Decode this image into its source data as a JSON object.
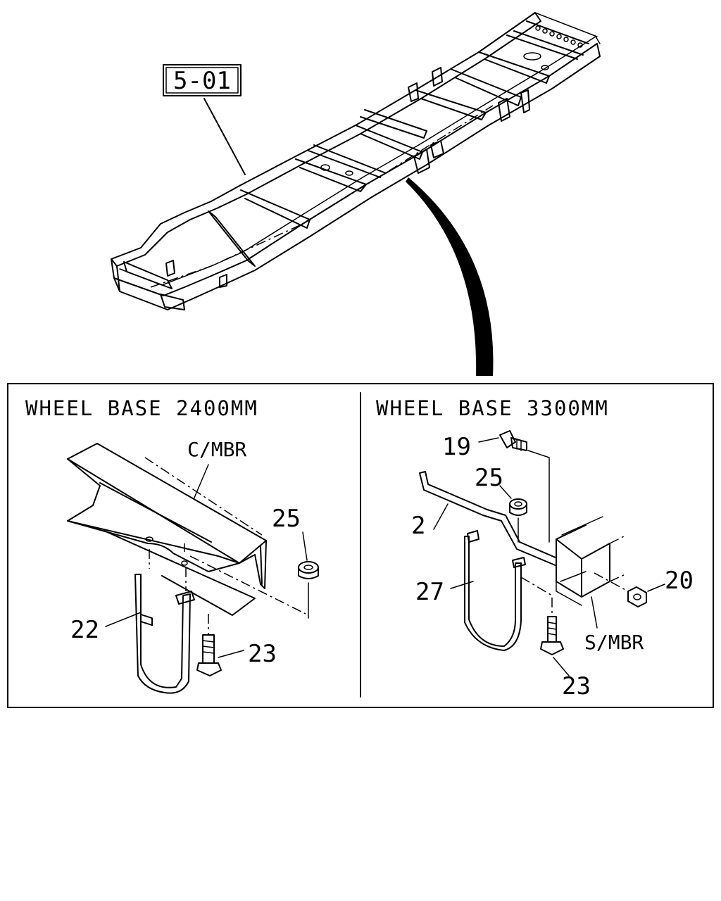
{
  "callout": {
    "ref": "5-01"
  },
  "panels": {
    "left": {
      "heading": "WHEEL BASE 2400MM",
      "member_label": "C/MBR"
    },
    "right": {
      "heading": "WHEEL BASE 3300MM",
      "member_label": "S/MBR"
    }
  },
  "parts": {
    "left": [
      "22",
      "23",
      "25"
    ],
    "right": [
      "2",
      "19",
      "20",
      "23",
      "25",
      "27"
    ]
  }
}
